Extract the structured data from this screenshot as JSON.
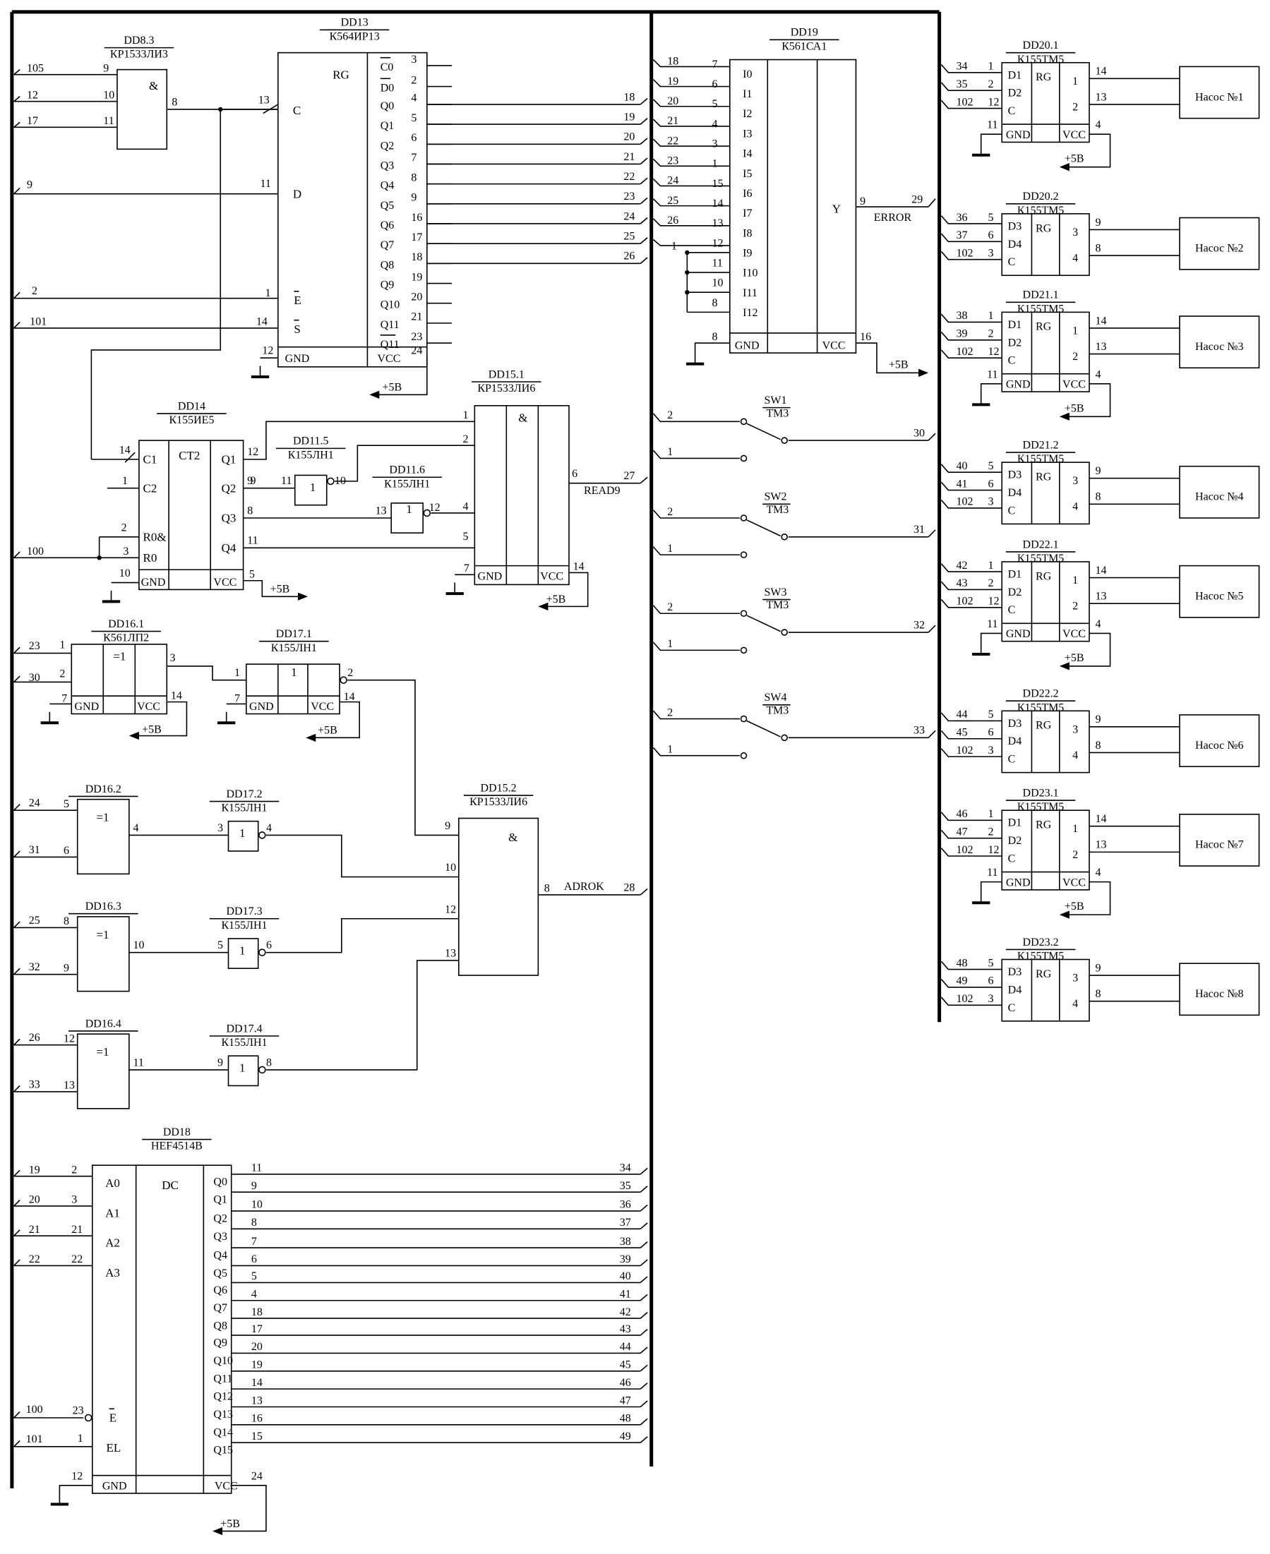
{
  "chips": [
    {
      "ref": "DD8.3",
      "part": "КР1533ЛИ3",
      "fn": "&",
      "pins": {
        "in": [
          "9",
          "10",
          "11"
        ],
        "out": "8"
      },
      "nets": {
        "in": [
          "105",
          "12",
          "17"
        ]
      }
    },
    {
      "ref": "DD13",
      "part": "К564ИР13",
      "fn": "RG",
      "left": [
        "C",
        "D",
        "E",
        "S",
        "GND"
      ],
      "left_pins": [
        "13",
        "11",
        "1",
        "14",
        "12"
      ],
      "left_nets": [
        "9",
        "2",
        "101"
      ],
      "right": [
        "C0",
        "D0",
        "Q0",
        "Q1",
        "Q2",
        "Q3",
        "Q4",
        "Q5",
        "Q6",
        "Q7",
        "Q8",
        "Q9",
        "Q10",
        "Q11",
        "Q11",
        "VCC"
      ],
      "right_pins": [
        "3",
        "2",
        "4",
        "5",
        "6",
        "7",
        "8",
        "9",
        "16",
        "17",
        "18",
        "19",
        "20",
        "21",
        "23",
        "24"
      ],
      "nets": [
        "18",
        "19",
        "20",
        "21",
        "22",
        "23",
        "24",
        "25",
        "26"
      ]
    },
    {
      "ref": "DD14",
      "part": "К155ИЕ5",
      "fn": "CT2",
      "left": [
        "C1",
        "C2",
        "R0&",
        "R0",
        "GND"
      ],
      "left_pins": [
        "14",
        "1",
        "2",
        "3",
        "10"
      ],
      "right": [
        "Q1",
        "Q2",
        "Q3",
        "Q4",
        "VCC"
      ],
      "right_pins": [
        "12",
        "9",
        "8",
        "11",
        "5"
      ],
      "net": "100"
    },
    {
      "ref": "DD11.5",
      "part": "К155ЛН1",
      "fn": "1",
      "pins": [
        "11",
        "10"
      ]
    },
    {
      "ref": "DD11.6",
      "part": "К155ЛН1",
      "fn": "1",
      "pins": [
        "13",
        "12"
      ]
    },
    {
      "ref": "DD15.1",
      "part": "КР1533ЛИ6",
      "fn": "&",
      "pins": [
        "1",
        "2",
        "4",
        "5",
        "6",
        "7",
        "14"
      ],
      "net": "27",
      "signal": "READ9"
    },
    {
      "ref": "DD16.1",
      "part": "К561ЛП2",
      "fn": "=1",
      "pins": [
        "1",
        "2",
        "3",
        "7",
        "14"
      ],
      "nets": [
        "23",
        "30"
      ]
    },
    {
      "ref": "DD17.1",
      "part": "К155ЛН1",
      "fn": "1",
      "pins": [
        "1",
        "2",
        "7",
        "14"
      ]
    },
    {
      "ref": "DD16.2",
      "part": "К561ЛП2",
      "fn": "=1",
      "pins": [
        "5",
        "6",
        "4"
      ],
      "nets": [
        "24",
        "31"
      ]
    },
    {
      "ref": "DD17.2",
      "part": "К155ЛН1",
      "fn": "1",
      "pins": [
        "3",
        "4"
      ]
    },
    {
      "ref": "DD16.3",
      "part": "К561ЛП2",
      "fn": "=1",
      "pins": [
        "8",
        "9",
        "10"
      ],
      "nets": [
        "25",
        "32"
      ]
    },
    {
      "ref": "DD17.3",
      "part": "К155ЛН1",
      "fn": "1",
      "pins": [
        "5",
        "6"
      ]
    },
    {
      "ref": "DD16.4",
      "part": "К561ЛП2",
      "fn": "=1",
      "pins": [
        "12",
        "13",
        "11"
      ],
      "nets": [
        "26",
        "33"
      ]
    },
    {
      "ref": "DD17.4",
      "part": "К155ЛН1",
      "fn": "1",
      "pins": [
        "9",
        "8"
      ]
    },
    {
      "ref": "DD15.2",
      "part": "КР1533ЛИ6",
      "fn": "&",
      "pins": [
        "9",
        "10",
        "12",
        "13",
        "8"
      ],
      "net": "28",
      "signal": "ADROK"
    },
    {
      "ref": "DD18",
      "part": "HEF4514B",
      "fn": "DC",
      "left": [
        "A0",
        "A1",
        "A2",
        "A3",
        "E",
        "EL",
        "GND"
      ],
      "left_pins": [
        "2",
        "3",
        "21",
        "22",
        "23",
        "1",
        "12"
      ],
      "left_nets": [
        "19",
        "20",
        "21",
        "22",
        "100",
        "101"
      ],
      "right": [
        "Q0",
        "Q1",
        "Q2",
        "Q3",
        "Q4",
        "Q5",
        "Q6",
        "Q7",
        "Q8",
        "Q9",
        "Q10",
        "Q11",
        "Q12",
        "Q13",
        "Q14",
        "Q15",
        "VCC"
      ],
      "right_pins": [
        "11",
        "9",
        "10",
        "8",
        "7",
        "6",
        "5",
        "4",
        "18",
        "17",
        "20",
        "19",
        "14",
        "13",
        "16",
        "15",
        "24"
      ],
      "nets": [
        "34",
        "35",
        "36",
        "37",
        "38",
        "39",
        "40",
        "41",
        "42",
        "43",
        "44",
        "45",
        "46",
        "47",
        "48",
        "49"
      ]
    },
    {
      "ref": "DD19",
      "part": "К561СА1",
      "fn": "Y",
      "left": [
        "I0",
        "I1",
        "I2",
        "I3",
        "I4",
        "I5",
        "I6",
        "I7",
        "I8",
        "I9",
        "I10",
        "I11",
        "I12",
        "GND"
      ],
      "left_pins": [
        "7",
        "6",
        "5",
        "4",
        "3",
        "1",
        "15",
        "14",
        "13",
        "12",
        "11",
        "10",
        "8"
      ],
      "left_nets": [
        "18",
        "19",
        "20",
        "21",
        "22",
        "23",
        "24",
        "25",
        "26",
        "1"
      ],
      "out_pin": "9",
      "vcc_pin": "16",
      "net": "29",
      "signal": "ERROR"
    }
  ],
  "switches": [
    {
      "ref": "SW1",
      "part": "ТМ3",
      "pos": [
        "2",
        "1"
      ],
      "net": "30"
    },
    {
      "ref": "SW2",
      "part": "ТМ3",
      "pos": [
        "2",
        "1"
      ],
      "net": "31"
    },
    {
      "ref": "SW3",
      "part": "ТМ3",
      "pos": [
        "2",
        "1"
      ],
      "net": "32"
    },
    {
      "ref": "SW4",
      "part": "ТМ3",
      "pos": [
        "2",
        "1"
      ],
      "net": "33"
    }
  ],
  "triggers": [
    {
      "ref": "DD20.1",
      "part": "К155ТМ5",
      "ins": [
        "D1",
        "D2",
        "C"
      ],
      "pins": [
        "1",
        "2",
        "12"
      ],
      "nets": [
        "34",
        "35",
        "102"
      ],
      "outs": [
        "14",
        "13"
      ],
      "opin": [
        "1",
        "2"
      ],
      "pump": "Насос №1",
      "gnd": "11",
      "vcc": "4"
    },
    {
      "ref": "DD20.2",
      "part": "К155ТМ5",
      "ins": [
        "D3",
        "D4",
        "C"
      ],
      "pins": [
        "5",
        "6",
        "3"
      ],
      "nets": [
        "36",
        "37",
        "102"
      ],
      "outs": [
        "9",
        "8"
      ],
      "opin": [
        "3",
        "4"
      ],
      "pump": "Насос №2"
    },
    {
      "ref": "DD21.1",
      "part": "К155ТМ5",
      "ins": [
        "D1",
        "D2",
        "C"
      ],
      "pins": [
        "1",
        "2",
        "12"
      ],
      "nets": [
        "38",
        "39",
        "102"
      ],
      "outs": [
        "14",
        "13"
      ],
      "opin": [
        "1",
        "2"
      ],
      "pump": "Насос №3",
      "gnd": "11",
      "vcc": "4"
    },
    {
      "ref": "DD21.2",
      "part": "К155ТМ5",
      "ins": [
        "D3",
        "D4",
        "C"
      ],
      "pins": [
        "5",
        "6",
        "3"
      ],
      "nets": [
        "40",
        "41",
        "102"
      ],
      "outs": [
        "9",
        "8"
      ],
      "opin": [
        "3",
        "4"
      ],
      "pump": "Насос №4"
    },
    {
      "ref": "DD22.1",
      "part": "К155ТМ5",
      "ins": [
        "D1",
        "D2",
        "C"
      ],
      "pins": [
        "1",
        "2",
        "12"
      ],
      "nets": [
        "42",
        "43",
        "102"
      ],
      "outs": [
        "14",
        "13"
      ],
      "opin": [
        "1",
        "2"
      ],
      "pump": "Насос №5",
      "gnd": "11",
      "vcc": "4"
    },
    {
      "ref": "DD22.2",
      "part": "К155ТМ5",
      "ins": [
        "D3",
        "D4",
        "C"
      ],
      "pins": [
        "5",
        "6",
        "3"
      ],
      "nets": [
        "44",
        "45",
        "102"
      ],
      "outs": [
        "9",
        "8"
      ],
      "opin": [
        "3",
        "4"
      ],
      "pump": "Насос №6"
    },
    {
      "ref": "DD23.1",
      "part": "К155ТМ5",
      "ins": [
        "D1",
        "D2",
        "C"
      ],
      "pins": [
        "1",
        "2",
        "12"
      ],
      "nets": [
        "46",
        "47",
        "102"
      ],
      "outs": [
        "14",
        "13"
      ],
      "opin": [
        "1",
        "2"
      ],
      "pump": "Насос №7",
      "gnd": "11",
      "vcc": "4"
    },
    {
      "ref": "DD23.2",
      "part": "К155ТМ5",
      "ins": [
        "D3",
        "D4",
        "C"
      ],
      "pins": [
        "5",
        "6",
        "3"
      ],
      "nets": [
        "48",
        "49",
        "102"
      ],
      "outs": [
        "9",
        "8"
      ],
      "opin": [
        "3",
        "4"
      ],
      "pump": "Насос №8"
    }
  ],
  "labels": {
    "vcc": "VCC",
    "gnd": "GND",
    "supply": "+5В",
    "rg": "RG"
  }
}
